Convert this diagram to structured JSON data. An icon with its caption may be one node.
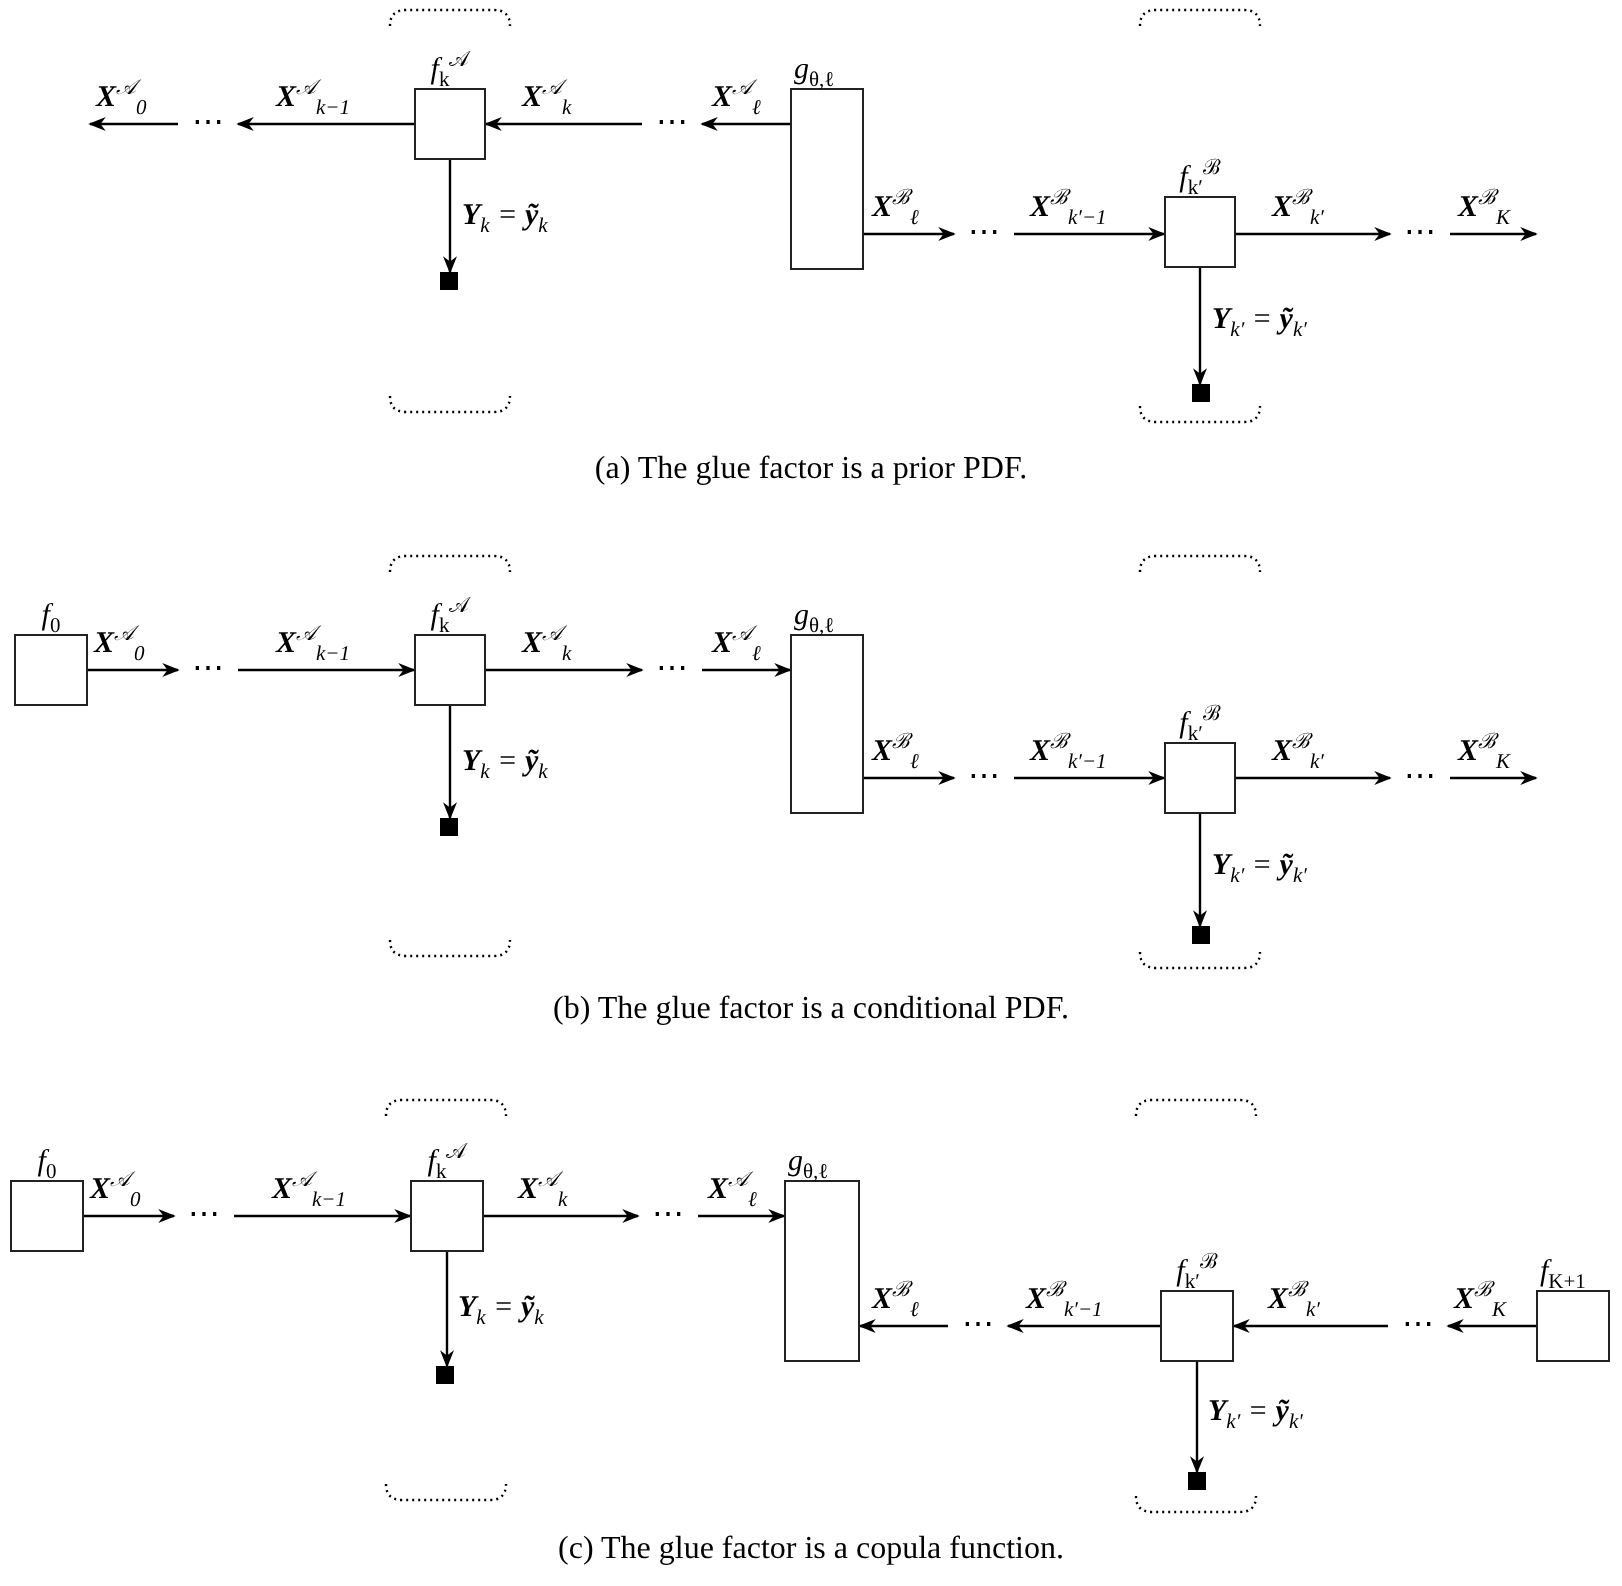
{
  "diagram": {
    "nodes": [
      {
        "text": [
          "⋯"
        ]
      },
      {
        "text": [
          "*f*$_{k}$$^{𝒜}$"
        ]
      },
      {
        "text": [
          "⋯"
        ]
      },
      {
        "text": [
          "*g*$_{θ,ℓ}$"
        ]
      },
      {
        "text": [],
        "shape": "box"
      },
      {
        "text": [
          "⋯"
        ]
      },
      {
        "text": [
          "*f*$_{k′}$$^{ℬ}$"
        ]
      },
      {
        "text": [
          "⋯"
        ]
      },
      {
        "text": [],
        "shape": "box"
      },
      {
        "text": [
          "*f*$_{0}$"
        ]
      },
      {
        "text": [
          "⋯"
        ]
      },
      {
        "text": [
          "*f*$_{k}$$^{𝒜}$"
        ]
      },
      {
        "text": [
          "⋯"
        ]
      },
      {
        "text": [
          "*g*$_{θ,ℓ}$"
        ]
      },
      {
        "text": [],
        "shape": "box"
      },
      {
        "text": [
          "⋯"
        ]
      },
      {
        "text": [
          "*f*$_{k′}$$^{ℬ}$"
        ]
      },
      {
        "text": [
          "⋯"
        ]
      },
      {
        "text": [],
        "shape": "box"
      },
      {
        "text": [
          "*f*$_{0}$"
        ]
      },
      {
        "text": [
          "⋯"
        ]
      },
      {
        "text": [
          "*f*$_{k}$$^{𝒜}$"
        ]
      },
      {
        "text": [
          "⋯"
        ]
      },
      {
        "text": [
          "*g*$_{θ,ℓ}$"
        ]
      },
      {
        "text": [],
        "shape": "box"
      },
      {
        "text": [
          "⋯"
        ]
      },
      {
        "text": [
          "*f*$_{k′}$$^{ℬ}$"
        ]
      },
      {
        "text": [
          "⋯"
        ]
      },
      {
        "text": [
          "*f*$_{K+1}$"
        ]
      },
      {
        "text": [],
        "shape": "box"
      }
    ],
    "edges": [
      {
        "from": 0,
        "to": null,
        "arrow": "to",
        "label": "**X**$^{𝒜}$$_{0}$"
      },
      {
        "from": 1,
        "to": 0,
        "arrow": "to",
        "label": "**X**$^{𝒜}$$_{k−1}$"
      },
      {
        "from": 2,
        "to": 1,
        "arrow": "to",
        "label": "**X**$^{𝒜}$$_{k}$"
      },
      {
        "from": 3,
        "to": 2,
        "arrow": "to",
        "label": "**X**$^{𝒜}$$_{ℓ}$"
      },
      {
        "from": 1,
        "to": 4,
        "arrow": "to",
        "label": "**Y**$_{k}$ = **ỹ**$_{k}$"
      },
      {
        "from": 3,
        "to": 5,
        "arrow": "to",
        "label": "**X**$^{ℬ}$$_{ℓ}$"
      },
      {
        "from": 5,
        "to": 6,
        "arrow": "to",
        "label": "**X**$^{ℬ}$$_{k′−1}$"
      },
      {
        "from": 6,
        "to": 7,
        "arrow": "to",
        "label": "**X**$^{ℬ}$$_{k′}$"
      },
      {
        "from": 7,
        "to": null,
        "arrow": "to",
        "label": "**X**$^{ℬ}$$_{K}$"
      },
      {
        "from": 6,
        "to": 8,
        "arrow": "to",
        "label": "**Y**$_{k′}$ = **ỹ**$_{k′}$"
      },
      {
        "from": 9,
        "to": 10,
        "arrow": "to",
        "label": "**X**$^{𝒜}$$_{0}$"
      },
      {
        "from": 10,
        "to": 11,
        "arrow": "to",
        "label": "**X**$^{𝒜}$$_{k−1}$"
      },
      {
        "from": 11,
        "to": 12,
        "arrow": "to",
        "label": "**X**$^{𝒜}$$_{k}$"
      },
      {
        "from": 12,
        "to": 13,
        "arrow": "to",
        "label": "**X**$^{𝒜}$$_{ℓ}$"
      },
      {
        "from": 11,
        "to": 14,
        "arrow": "to",
        "label": "**Y**$_{k}$ = **ỹ**$_{k}$"
      },
      {
        "from": 13,
        "to": 15,
        "arrow": "to",
        "label": "**X**$^{ℬ}$$_{ℓ}$"
      },
      {
        "from": 15,
        "to": 16,
        "arrow": "to",
        "label": "**X**$^{ℬ}$$_{k′−1}$"
      },
      {
        "from": 16,
        "to": 17,
        "arrow": "to",
        "label": "**X**$^{ℬ}$$_{k′}$"
      },
      {
        "from": 17,
        "to": null,
        "arrow": "to",
        "label": "**X**$^{ℬ}$$_{K}$"
      },
      {
        "from": 16,
        "to": 18,
        "arrow": "to",
        "label": "**Y**$_{k′}$ = **ỹ**$_{k′}$"
      },
      {
        "from": 19,
        "to": 20,
        "arrow": "to",
        "label": "**X**$^{𝒜}$$_{0}$"
      },
      {
        "from": 20,
        "to": 21,
        "arrow": "to",
        "label": "**X**$^{𝒜}$$_{k−1}$"
      },
      {
        "from": 21,
        "to": 22,
        "arrow": "to",
        "label": "**X**$^{𝒜}$$_{k}$"
      },
      {
        "from": 22,
        "to": 23,
        "arrow": "to",
        "label": "**X**$^{𝒜}$$_{ℓ}$"
      },
      {
        "from": 21,
        "to": 24,
        "arrow": "to",
        "label": "**Y**$_{k}$ = **ỹ**$_{k}$"
      },
      {
        "from": 25,
        "to": 23,
        "arrow": "to",
        "label": "**X**$^{ℬ}$$_{ℓ}$"
      },
      {
        "from": 26,
        "to": 25,
        "arrow": "to",
        "label": "**X**$^{ℬ}$$_{k′−1}$"
      },
      {
        "from": 27,
        "to": 26,
        "arrow": "to",
        "label": "**X**$^{ℬ}$$_{k′}$"
      },
      {
        "from": 28,
        "to": 27,
        "arrow": "to",
        "label": "**X**$^{ℬ}$$_{K}$"
      },
      {
        "from": 26,
        "to": 29,
        "arrow": "to",
        "label": "**Y**$_{k′}$ = **ỹ**$_{k′}$"
      }
    ],
    "labels": [
      "(a) The glue factor is a prior PDF.",
      "(b) The glue factor is a conditional PDF.",
      "(c) The glue factor is a copula function."
    ]
  }
}
